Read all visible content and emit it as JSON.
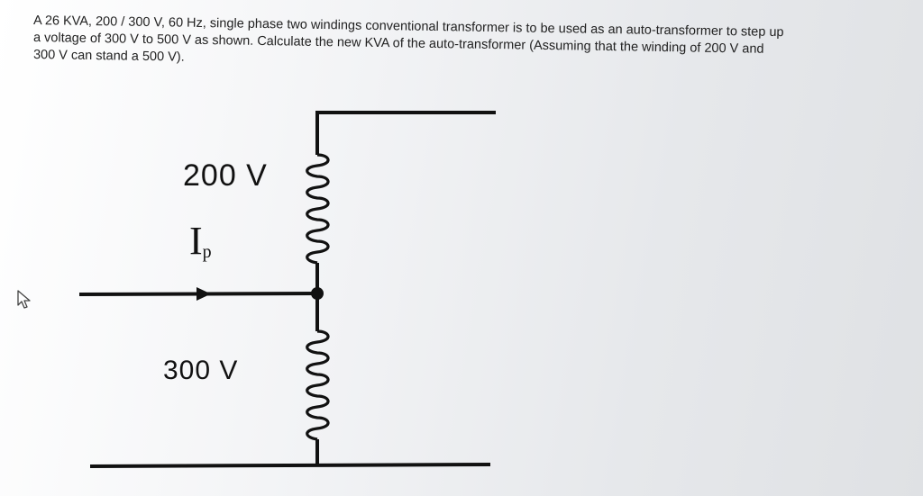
{
  "problem": {
    "line1": "A 26 KVA, 200 / 300 V, 60 Hz, single phase two windings conventional transformer is to be used as an auto-transformer to step up",
    "line2": "a voltage of 300 V to 500 V as shown. Calculate the new KVA of the auto-transformer (Assuming that the winding of 200 V and",
    "line3": "300 V can stand a 500 V)."
  },
  "diagram": {
    "upper_winding_label": "200 V",
    "current_label_main": "I",
    "current_label_sub": "p",
    "lower_winding_label": "300 V"
  },
  "colors": {
    "wire": "#111111",
    "text": "#222222",
    "background": "#eceef1"
  },
  "icons": {
    "cursor": "mouse-pointer-icon"
  }
}
